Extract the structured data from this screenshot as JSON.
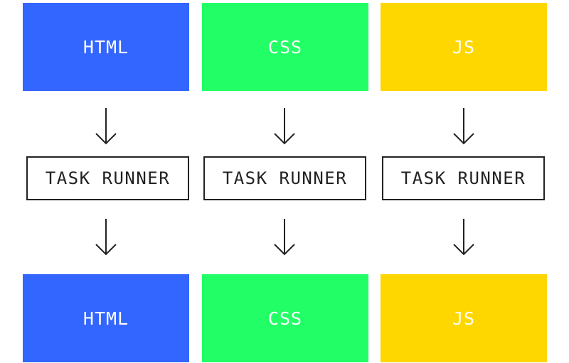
{
  "columns": [
    {
      "input_label": "HTML",
      "runner_label": "TASK RUNNER",
      "output_label": "HTML",
      "color": "#3366ff",
      "text_color": "#ffffff"
    },
    {
      "input_label": "CSS",
      "runner_label": "TASK RUNNER",
      "output_label": "CSS",
      "color": "#22ff66",
      "text_color": "#ffffff"
    },
    {
      "input_label": "JS",
      "runner_label": "TASK RUNNER",
      "output_label": "JS",
      "color": "#ffd700",
      "text_color": "#ffffff"
    }
  ],
  "arrow_icon": "arrow-down-icon"
}
